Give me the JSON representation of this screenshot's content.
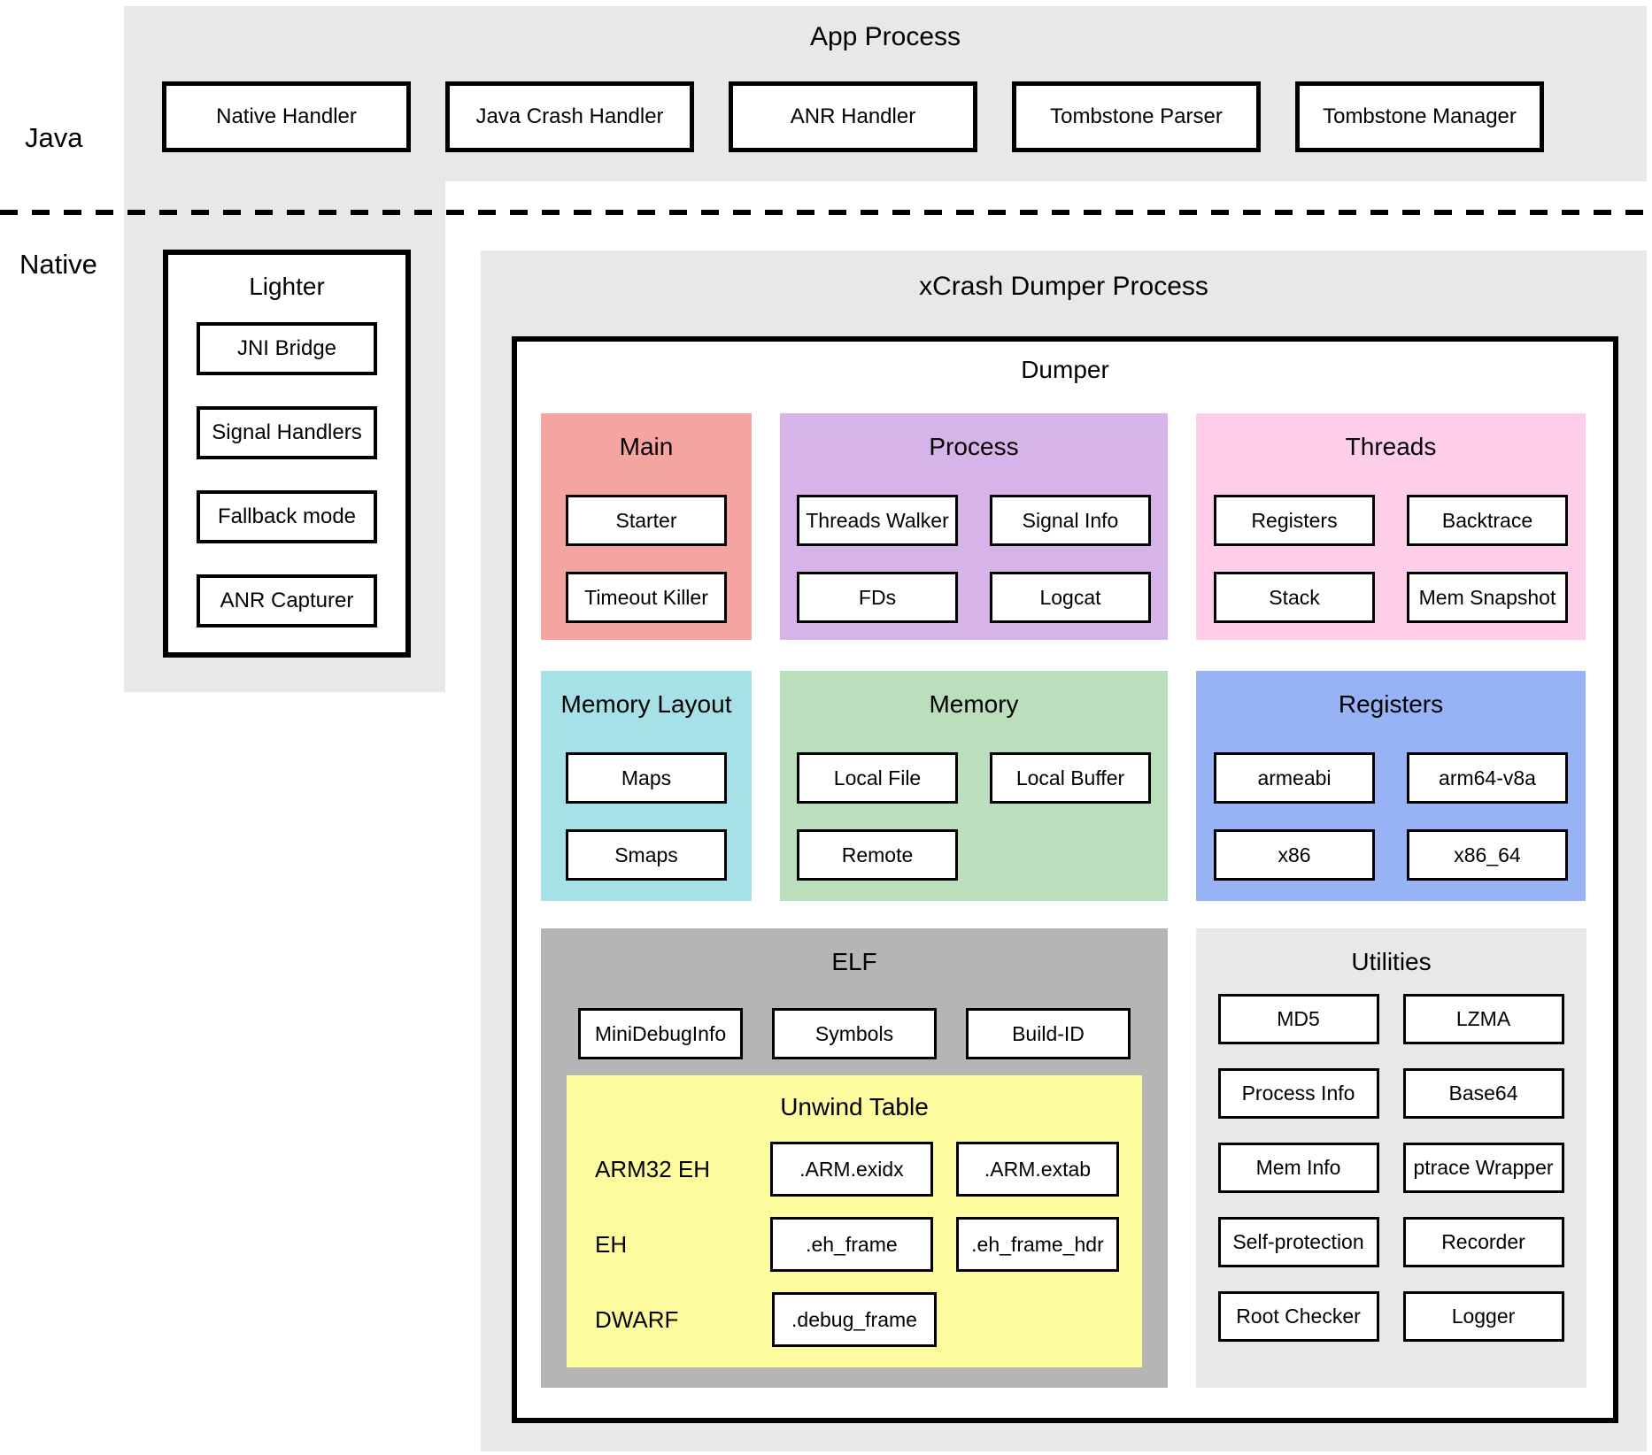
{
  "labels": {
    "java": "Java",
    "native": "Native"
  },
  "colors": {
    "band": "#e8e8e8",
    "main": "#f5a5a1",
    "process": "#d6b3e8",
    "threads": "#fecde9",
    "memory_layout": "#a6e1e8",
    "memory": "#bbdfbc",
    "registers": "#98b3f5",
    "elf": "#b5b5b5",
    "unwind": "#fcfc9f",
    "utilities": "#e8e8e8"
  },
  "app_process": {
    "title": "App Process",
    "boxes": [
      "Native Handler",
      "Java Crash Handler",
      "ANR Handler",
      "Tombstone Parser",
      "Tombstone Manager"
    ]
  },
  "lighter": {
    "title": "Lighter",
    "boxes": [
      "JNI Bridge",
      "Signal Handlers",
      "Fallback mode",
      "ANR Capturer"
    ]
  },
  "dumper_process": {
    "title": "xCrash Dumper Process",
    "dumper": {
      "title": "Dumper",
      "panels": {
        "main": {
          "title": "Main",
          "boxes": [
            "Starter",
            "Timeout Killer"
          ]
        },
        "process": {
          "title": "Process",
          "boxes": [
            "Threads Walker",
            "Signal Info",
            "FDs",
            "Logcat"
          ]
        },
        "threads": {
          "title": "Threads",
          "boxes": [
            "Registers",
            "Backtrace",
            "Stack",
            "Mem Snapshot"
          ]
        },
        "memory_layout": {
          "title": "Memory Layout",
          "boxes": [
            "Maps",
            "Smaps"
          ]
        },
        "memory": {
          "title": "Memory",
          "boxes": [
            "Local File",
            "Local Buffer",
            "Remote"
          ]
        },
        "registers": {
          "title": "Registers",
          "boxes": [
            "armeabi",
            "arm64-v8a",
            "x86",
            "x86_64"
          ]
        }
      },
      "elf": {
        "title": "ELF",
        "boxes": [
          "MiniDebugInfo",
          "Symbols",
          "Build-ID"
        ],
        "unwind": {
          "title": "Unwind Table",
          "rows": [
            {
              "label": "ARM32 EH",
              "boxes": [
                ".ARM.exidx",
                ".ARM.extab"
              ]
            },
            {
              "label": "EH",
              "boxes": [
                ".eh_frame",
                ".eh_frame_hdr"
              ]
            },
            {
              "label": "DWARF",
              "boxes": [
                ".debug_frame"
              ]
            }
          ]
        }
      },
      "utilities": {
        "title": "Utilities",
        "boxes": [
          "MD5",
          "LZMA",
          "Process Info",
          "Base64",
          "Mem Info",
          "ptrace Wrapper",
          "Self-protection",
          "Recorder",
          "Root Checker",
          "Logger"
        ]
      }
    }
  }
}
